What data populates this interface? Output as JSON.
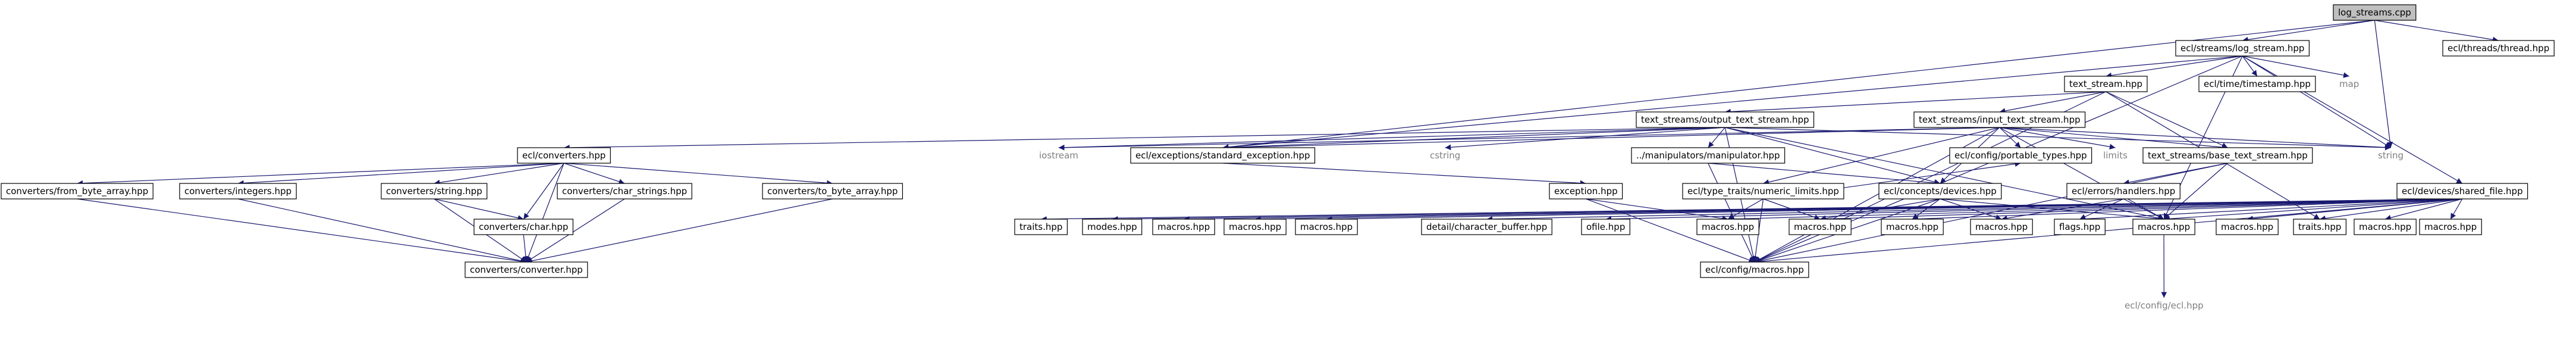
{
  "graph": {
    "nodes": [
      {
        "id": "n_log_streams_cpp",
        "label": "log_streams.cpp",
        "style": "highlight"
      },
      {
        "id": "n_log_stream_hpp",
        "label": "ecl/streams/log_stream.hpp",
        "style": "box"
      },
      {
        "id": "n_thread_hpp",
        "label": "ecl/threads/thread.hpp",
        "style": "box"
      },
      {
        "id": "n_text_stream_hpp",
        "label": "text_stream.hpp",
        "style": "box"
      },
      {
        "id": "n_timestamp_hpp",
        "label": "ecl/time/timestamp.hpp",
        "style": "box"
      },
      {
        "id": "n_map",
        "label": "map",
        "style": "plain"
      },
      {
        "id": "n_output_text_stream",
        "label": "text_streams/output_text_stream.hpp",
        "style": "box"
      },
      {
        "id": "n_input_text_stream",
        "label": "text_streams/input_text_stream.hpp",
        "style": "box"
      },
      {
        "id": "n_converters_hpp",
        "label": "ecl/converters.hpp",
        "style": "box"
      },
      {
        "id": "n_iostream",
        "label": "iostream",
        "style": "plain"
      },
      {
        "id": "n_standard_exception",
        "label": "ecl/exceptions/standard_exception.hpp",
        "style": "box"
      },
      {
        "id": "n_cstring",
        "label": "cstring",
        "style": "plain"
      },
      {
        "id": "n_manipulator",
        "label": "../manipulators/manipulator.hpp",
        "style": "box"
      },
      {
        "id": "n_portable_types",
        "label": "ecl/config/portable_types.hpp",
        "style": "box"
      },
      {
        "id": "n_limits",
        "label": "limits",
        "style": "plain"
      },
      {
        "id": "n_base_text_stream",
        "label": "text_streams/base_text_stream.hpp",
        "style": "box"
      },
      {
        "id": "n_string",
        "label": "string",
        "style": "plain"
      },
      {
        "id": "n_shared_file",
        "label": "ecl/devices/shared_file.hpp",
        "style": "box"
      },
      {
        "id": "n_from_byte_array",
        "label": "converters/from_byte_array.hpp",
        "style": "box"
      },
      {
        "id": "n_integers",
        "label": "converters/integers.hpp",
        "style": "box"
      },
      {
        "id": "n_conv_string",
        "label": "converters/string.hpp",
        "style": "box"
      },
      {
        "id": "n_char_strings",
        "label": "converters/char_strings.hpp",
        "style": "box"
      },
      {
        "id": "n_to_byte_array",
        "label": "converters/to_byte_array.hpp",
        "style": "box"
      },
      {
        "id": "n_conv_char",
        "label": "converters/char.hpp",
        "style": "box"
      },
      {
        "id": "n_converter",
        "label": "converters/converter.hpp",
        "style": "box"
      },
      {
        "id": "n_exception_hpp",
        "label": "exception.hpp",
        "style": "box"
      },
      {
        "id": "n_numeric_limits",
        "label": "ecl/type_traits/numeric_limits.hpp",
        "style": "box"
      },
      {
        "id": "n_concepts_devices",
        "label": "ecl/concepts/devices.hpp",
        "style": "box"
      },
      {
        "id": "n_errors_handlers",
        "label": "ecl/errors/handlers.hpp",
        "style": "box"
      },
      {
        "id": "n_macros_a",
        "label": "macros.hpp",
        "style": "box"
      },
      {
        "id": "n_macros_b",
        "label": "macros.hpp",
        "style": "box"
      },
      {
        "id": "n_macros_c",
        "label": "macros.hpp",
        "style": "box"
      },
      {
        "id": "n_macros_d",
        "label": "macros.hpp",
        "style": "box"
      },
      {
        "id": "n_flags",
        "label": "flags.hpp",
        "style": "box"
      },
      {
        "id": "n_macros_e",
        "label": "macros.hpp",
        "style": "box"
      },
      {
        "id": "n_macros_f",
        "label": "macros.hpp",
        "style": "box"
      },
      {
        "id": "n_traits_a",
        "label": "traits.hpp",
        "style": "box"
      },
      {
        "id": "n_macros_g",
        "label": "macros.hpp",
        "style": "box"
      },
      {
        "id": "n_macros_h",
        "label": "macros.hpp",
        "style": "box"
      },
      {
        "id": "n_char_buffer",
        "label": "detail/character_buffer.hpp",
        "style": "box"
      },
      {
        "id": "n_ofile",
        "label": "ofile.hpp",
        "style": "box"
      },
      {
        "id": "n_traits_b",
        "label": "traits.hpp",
        "style": "box"
      },
      {
        "id": "n_modes",
        "label": "modes.hpp",
        "style": "box"
      },
      {
        "id": "n_macros_i",
        "label": "macros.hpp",
        "style": "box"
      },
      {
        "id": "n_macros_j",
        "label": "macros.hpp",
        "style": "box"
      },
      {
        "id": "n_macros_k",
        "label": "macros.hpp",
        "style": "box"
      },
      {
        "id": "n_config_macros",
        "label": "ecl/config/macros.hpp",
        "style": "box"
      },
      {
        "id": "n_config_ecl",
        "label": "ecl/config/ecl.hpp",
        "style": "plain"
      }
    ],
    "edges": [
      [
        "n_log_streams_cpp",
        "n_log_stream_hpp"
      ],
      [
        "n_log_streams_cpp",
        "n_thread_hpp"
      ],
      [
        "n_log_streams_cpp",
        "n_standard_exception"
      ],
      [
        "n_log_streams_cpp",
        "n_string"
      ],
      [
        "n_log_stream_hpp",
        "n_text_stream_hpp"
      ],
      [
        "n_log_stream_hpp",
        "n_timestamp_hpp"
      ],
      [
        "n_log_stream_hpp",
        "n_map"
      ],
      [
        "n_log_stream_hpp",
        "n_string"
      ],
      [
        "n_log_stream_hpp",
        "n_shared_file"
      ],
      [
        "n_log_stream_hpp",
        "n_standard_exception"
      ],
      [
        "n_log_stream_hpp",
        "n_config_macros"
      ],
      [
        "n_log_stream_hpp",
        "n_macros_f"
      ],
      [
        "n_text_stream_hpp",
        "n_output_text_stream"
      ],
      [
        "n_text_stream_hpp",
        "n_input_text_stream"
      ],
      [
        "n_text_stream_hpp",
        "n_base_text_stream"
      ],
      [
        "n_text_stream_hpp",
        "n_traits_a"
      ],
      [
        "n_text_stream_hpp",
        "n_config_macros"
      ],
      [
        "n_output_text_stream",
        "n_converters_hpp"
      ],
      [
        "n_output_text_stream",
        "n_iostream"
      ],
      [
        "n_output_text_stream",
        "n_standard_exception"
      ],
      [
        "n_output_text_stream",
        "n_cstring"
      ],
      [
        "n_output_text_stream",
        "n_manipulator"
      ],
      [
        "n_output_text_stream",
        "n_string"
      ],
      [
        "n_output_text_stream",
        "n_concepts_devices"
      ],
      [
        "n_output_text_stream",
        "n_config_macros"
      ],
      [
        "n_output_text_stream",
        "n_macros_f"
      ],
      [
        "n_input_text_stream",
        "n_portable_types"
      ],
      [
        "n_input_text_stream",
        "n_limits"
      ],
      [
        "n_input_text_stream",
        "n_base_text_stream"
      ],
      [
        "n_input_text_stream",
        "n_string"
      ],
      [
        "n_input_text_stream",
        "n_iostream"
      ],
      [
        "n_input_text_stream",
        "n_standard_exception"
      ],
      [
        "n_input_text_stream",
        "n_concepts_devices"
      ],
      [
        "n_input_text_stream",
        "n_numeric_limits"
      ],
      [
        "n_input_text_stream",
        "n_config_macros"
      ],
      [
        "n_input_text_stream",
        "n_macros_f"
      ],
      [
        "n_converters_hpp",
        "n_from_byte_array"
      ],
      [
        "n_converters_hpp",
        "n_integers"
      ],
      [
        "n_converters_hpp",
        "n_conv_string"
      ],
      [
        "n_converters_hpp",
        "n_char_strings"
      ],
      [
        "n_converters_hpp",
        "n_to_byte_array"
      ],
      [
        "n_converters_hpp",
        "n_conv_char"
      ],
      [
        "n_converters_hpp",
        "n_converter"
      ],
      [
        "n_from_byte_array",
        "n_converter"
      ],
      [
        "n_integers",
        "n_converter"
      ],
      [
        "n_conv_string",
        "n_conv_char"
      ],
      [
        "n_conv_string",
        "n_converter"
      ],
      [
        "n_char_strings",
        "n_converter"
      ],
      [
        "n_to_byte_array",
        "n_converter"
      ],
      [
        "n_conv_char",
        "n_converter"
      ],
      [
        "n_standard_exception",
        "n_exception_hpp"
      ],
      [
        "n_exception_hpp",
        "n_macros_a"
      ],
      [
        "n_exception_hpp",
        "n_config_macros"
      ],
      [
        "n_manipulator",
        "n_config_macros"
      ],
      [
        "n_manipulator",
        "n_concepts_devices"
      ],
      [
        "n_numeric_limits",
        "n_macros_a"
      ],
      [
        "n_numeric_limits",
        "n_macros_b"
      ],
      [
        "n_numeric_limits",
        "n_config_macros"
      ],
      [
        "n_numeric_limits",
        "n_portable_types"
      ],
      [
        "n_concepts_devices",
        "n_macros_b"
      ],
      [
        "n_concepts_devices",
        "n_macros_c"
      ],
      [
        "n_concepts_devices",
        "n_macros_d"
      ],
      [
        "n_concepts_devices",
        "n_config_macros"
      ],
      [
        "n_concepts_devices",
        "n_macros_f"
      ],
      [
        "n_base_text_stream",
        "n_errors_handlers"
      ],
      [
        "n_base_text_stream",
        "n_config_macros"
      ],
      [
        "n_base_text_stream",
        "n_macros_f"
      ],
      [
        "n_errors_handlers",
        "n_macros_d"
      ],
      [
        "n_errors_handlers",
        "n_flags"
      ],
      [
        "n_errors_handlers",
        "n_macros_f"
      ],
      [
        "n_shared_file",
        "n_macros_f"
      ],
      [
        "n_shared_file",
        "n_macros_e"
      ],
      [
        "n_shared_file",
        "n_traits_a"
      ],
      [
        "n_shared_file",
        "n_macros_g"
      ],
      [
        "n_shared_file",
        "n_macros_h"
      ],
      [
        "n_shared_file",
        "n_char_buffer"
      ],
      [
        "n_shared_file",
        "n_ofile"
      ],
      [
        "n_shared_file",
        "n_traits_b"
      ],
      [
        "n_shared_file",
        "n_modes"
      ],
      [
        "n_shared_file",
        "n_macros_i"
      ],
      [
        "n_shared_file",
        "n_macros_j"
      ],
      [
        "n_shared_file",
        "n_macros_k"
      ],
      [
        "n_shared_file",
        "n_macros_a"
      ],
      [
        "n_shared_file",
        "n_macros_b"
      ],
      [
        "n_shared_file",
        "n_macros_c"
      ],
      [
        "n_shared_file",
        "n_config_macros"
      ],
      [
        "n_shared_file",
        "n_flags"
      ],
      [
        "n_macros_f",
        "n_config_ecl"
      ]
    ]
  }
}
